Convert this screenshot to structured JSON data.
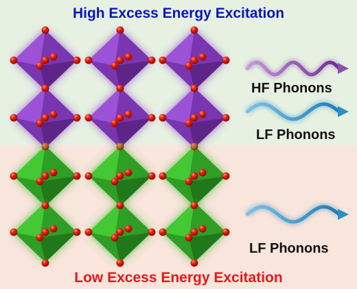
{
  "top_title": "High Excess Energy Excitation",
  "bottom_title": "Low Excess Energy Excitation",
  "phonon_labels": {
    "hf": "HF Phonons",
    "lf_top": "LF Phonons",
    "lf_bottom": "LF Phonons"
  },
  "colors": {
    "top_title": "#0a16b8",
    "bottom_title": "#e8161d",
    "top_background": "#e6f1e2",
    "bottom_background": "#f8e5dc",
    "purple_octahedron": "#8a3ec4",
    "green_octahedron": "#37b52a",
    "atom": "#e01e0d",
    "hf_wave": "#8b4fae",
    "lf_wave": "#2a8ec9",
    "label_text": "#111111"
  }
}
